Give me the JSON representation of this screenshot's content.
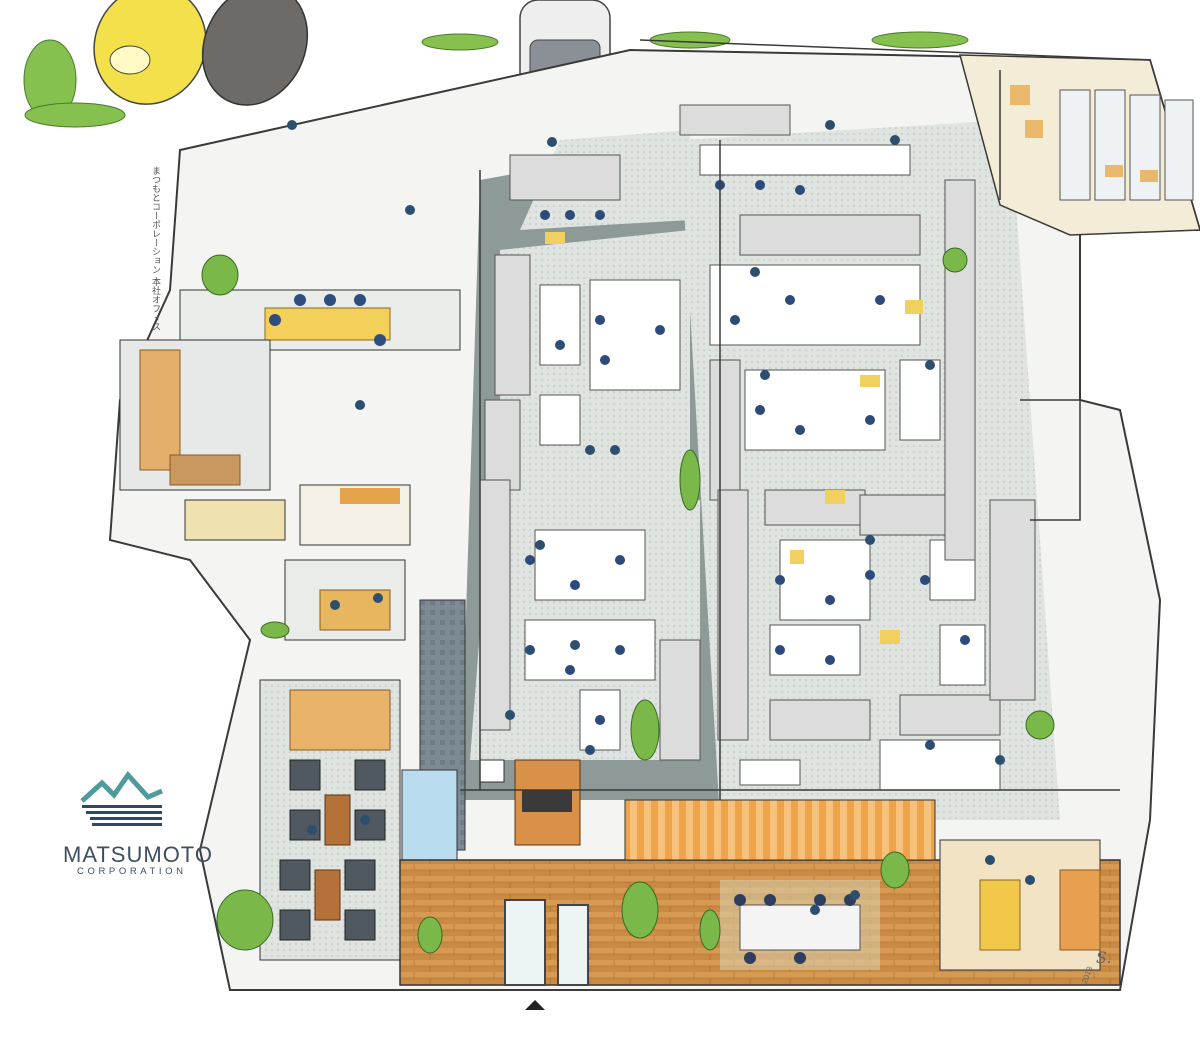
{
  "brand": {
    "name": "MATSUMOTO",
    "subtitle": "CORPORATION",
    "colors": {
      "navy": "#2a4a6b",
      "teal": "#4f9a9a",
      "gray": "#3f4f5f"
    }
  },
  "caption_vertical": "まつもとコーポレーション 本社オフィス",
  "signature": "S.",
  "year": "2018",
  "colors": {
    "floor_light": "#e3e7e4",
    "floor_gray": "#9aa6a3",
    "wall": "#ffffff",
    "wood": "#d99a4e",
    "plant": "#7bb84a",
    "chair": "#2c4a7a",
    "glass": "#bfe0ee"
  }
}
